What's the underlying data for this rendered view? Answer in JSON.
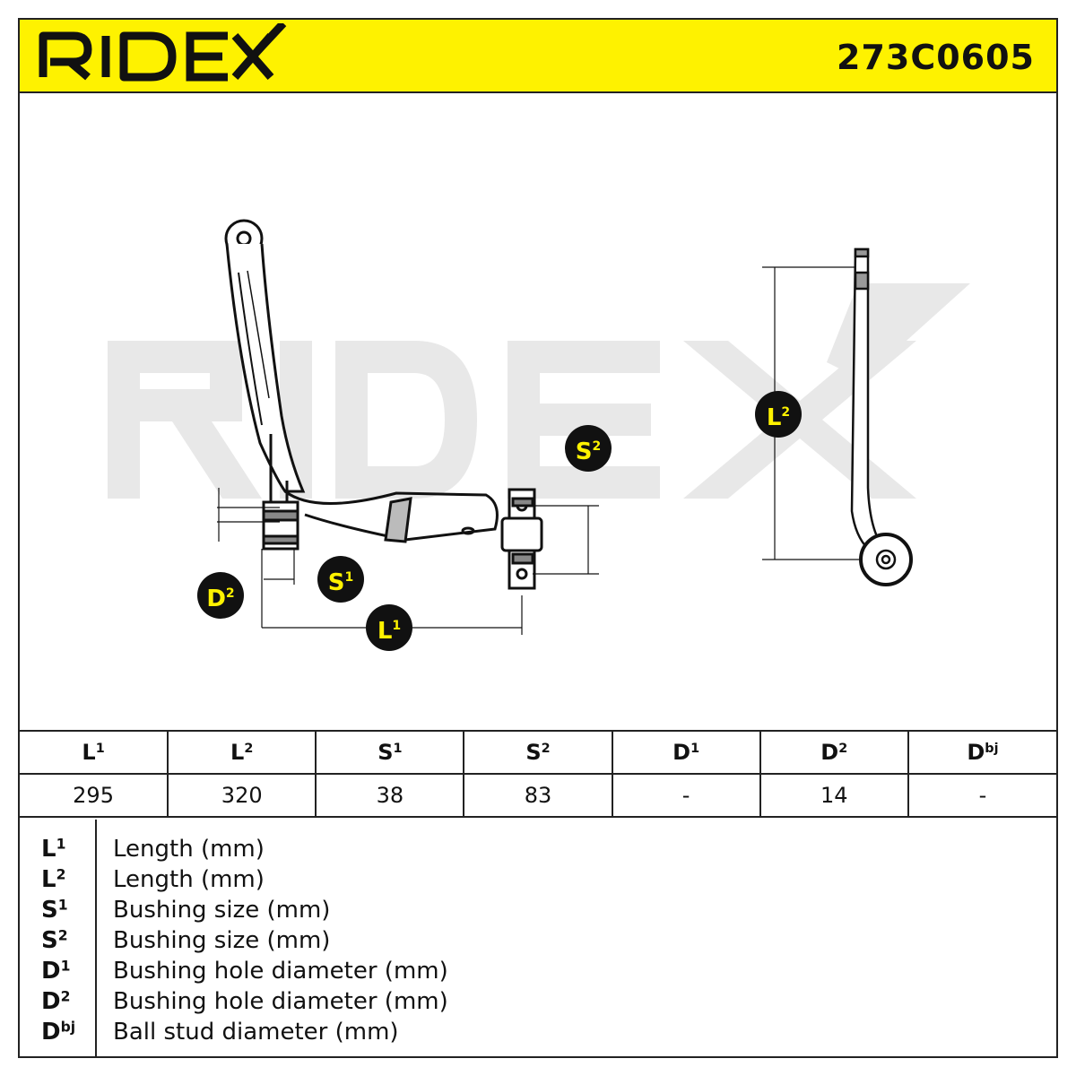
{
  "header": {
    "brand": "RIDEX",
    "part_number": "273C0605",
    "brand_color": "#111111",
    "header_color": "#fef200"
  },
  "drawing": {
    "watermark": "RIDEX",
    "callouts": {
      "L1": {
        "base": "L",
        "sub": "1"
      },
      "L2": {
        "base": "L",
        "sub": "2"
      },
      "S1": {
        "base": "S",
        "sub": "1"
      },
      "S2": {
        "base": "S",
        "sub": "2"
      },
      "D2": {
        "base": "D",
        "sub": "2"
      }
    },
    "callout_color": "#111111",
    "callout_text_color": "#fef200"
  },
  "table": {
    "headers": [
      {
        "base": "L",
        "sup": "1"
      },
      {
        "base": "L",
        "sup": "2"
      },
      {
        "base": "S",
        "sup": "1"
      },
      {
        "base": "S",
        "sup": "2"
      },
      {
        "base": "D",
        "sup": "1"
      },
      {
        "base": "D",
        "sup": "2"
      },
      {
        "base": "D",
        "sup": "bj"
      }
    ],
    "values": [
      "295",
      "320",
      "38",
      "83",
      "-",
      "14",
      "-"
    ]
  },
  "legend": [
    {
      "base": "L",
      "sup": "1",
      "desc": "Length (mm)"
    },
    {
      "base": "L",
      "sup": "2",
      "desc": "Length (mm)"
    },
    {
      "base": "S",
      "sup": "1",
      "desc": "Bushing size (mm)"
    },
    {
      "base": "S",
      "sup": "2",
      "desc": "Bushing size (mm)"
    },
    {
      "base": "D",
      "sup": "1",
      "desc": "Bushing hole diameter (mm)"
    },
    {
      "base": "D",
      "sup": "2",
      "desc": "Bushing hole diameter (mm)"
    },
    {
      "base": "D",
      "sup": "bj",
      "desc": "Ball stud diameter (mm)"
    }
  ]
}
